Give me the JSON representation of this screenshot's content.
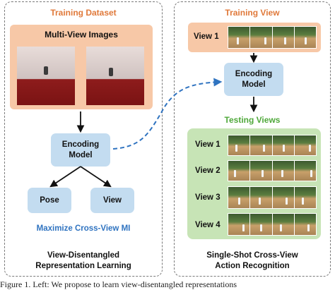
{
  "left_panel": {
    "title": "Training Dataset",
    "images_box_label": "Multi-View Images",
    "encoding_model": [
      "Encoding",
      "Model"
    ],
    "pose_label": "Pose",
    "view_label": "View",
    "objective": "Maximize Cross-View MI",
    "caption": [
      "View-Disentangled",
      "Representation Learning"
    ]
  },
  "right_panel": {
    "training_title": "Training View",
    "training_view_label": "View 1",
    "encoding_model": [
      "Encoding",
      "Model"
    ],
    "testing_title": "Testing Views",
    "testing_views": [
      "View 1",
      "View 2",
      "View 3",
      "View 4"
    ],
    "caption": [
      "Single-Shot Cross-View",
      "Action Recognition"
    ]
  },
  "footer_text": "Figure 1. Left: We propose to learn view-disentangled representations",
  "colors": {
    "orange": "#e0793a",
    "peach": "#f7c8a7",
    "blue_box": "#c3dcf0",
    "green": "#4fa83a",
    "green_panel": "#c7e4b6",
    "blue_text": "#2f73c0",
    "dashed_arrow": "#2f73c0"
  }
}
